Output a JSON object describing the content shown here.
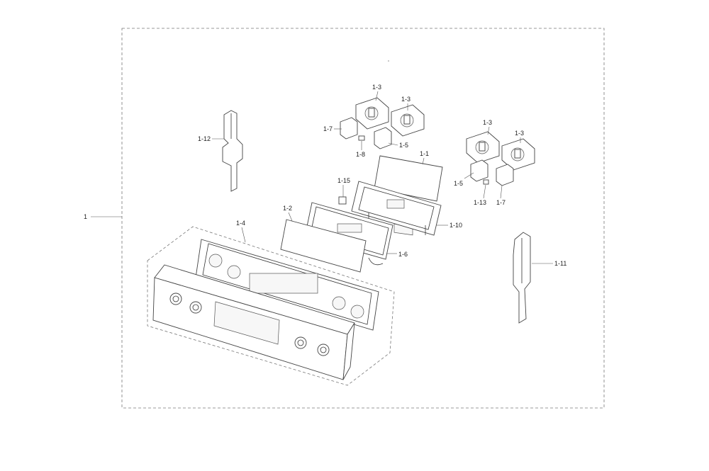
{
  "callouts": {
    "assembly": "1",
    "pcb": "1-1",
    "window": "1-2",
    "knob_a": "1-3",
    "knob_b": "1-3",
    "knob_c": "1-3",
    "knob_d": "1-3",
    "panel": "1-4",
    "switch_a": "1-5",
    "switch_b": "1-5",
    "frame": "1-6",
    "switch_base_a": "1-7",
    "switch_base_b": "1-7",
    "clip_a": "1-8",
    "bracket": "1-10",
    "side_right": "1-11",
    "side_left": "1-12",
    "clip_b": "1-13",
    "holder": "1-15"
  }
}
